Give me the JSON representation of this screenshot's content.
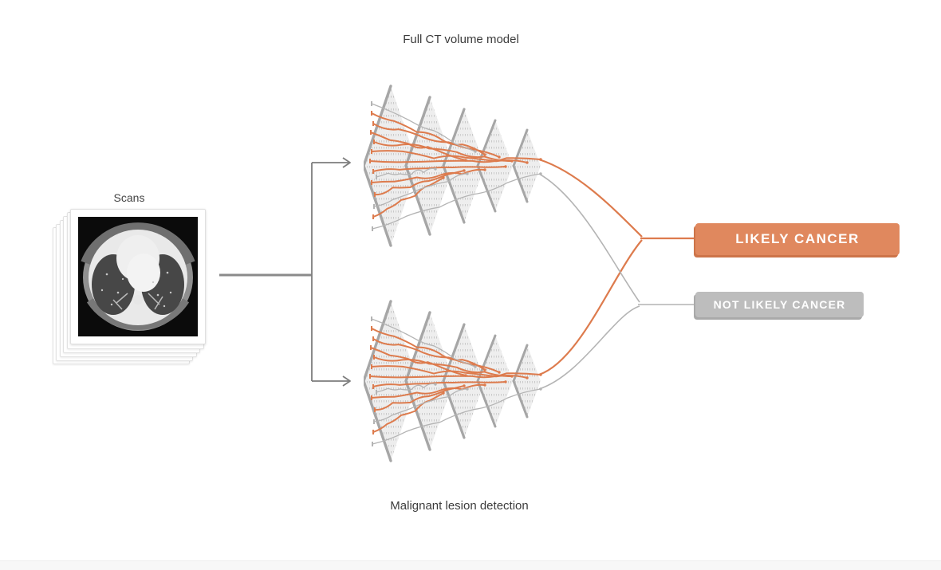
{
  "diagram": {
    "scans_label": "Scans",
    "top_model_label": "Full CT volume model",
    "bottom_model_label": "Malignant lesion detection",
    "outputs": {
      "likely_cancer": "LIKELY CANCER",
      "not_likely_cancer": "NOT LIKELY CANCER"
    },
    "colors": {
      "positive_badge": "#e0885e",
      "positive_badge_shadow": "#cd7449",
      "negative_badge": "#bdbdbd",
      "negative_badge_shadow": "#a9a9a9",
      "positive_line": "#dd7b4d",
      "negative_line": "#b4b4b4",
      "connector_line": "#7d7d7d",
      "layer_fill": "#ededed",
      "layer_edge": "#a6a6a6"
    }
  }
}
